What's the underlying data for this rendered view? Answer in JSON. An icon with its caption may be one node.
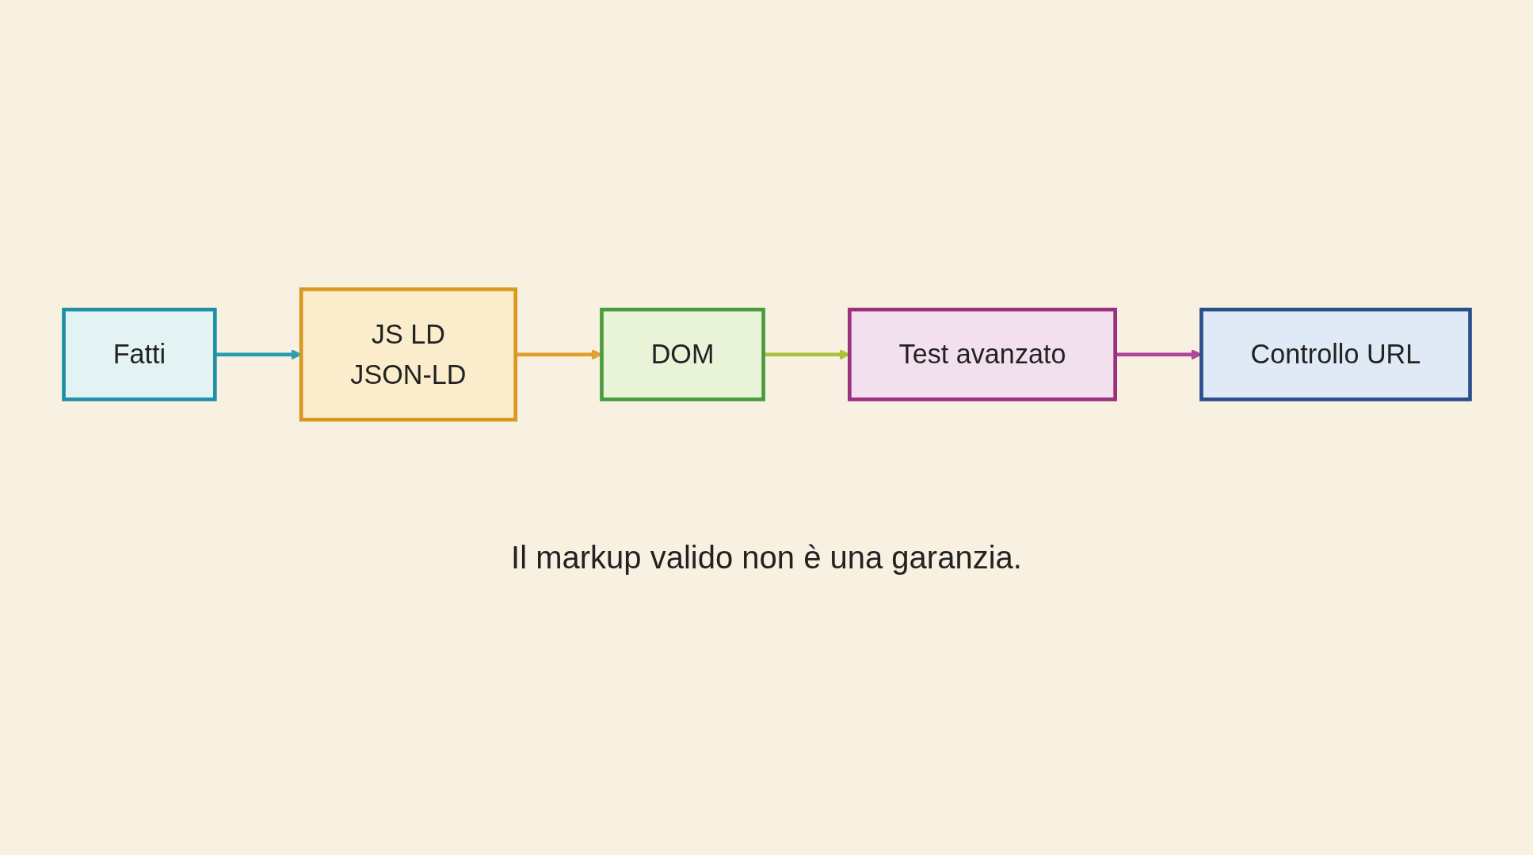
{
  "diagram": {
    "caption": "Il markup valido non è una garanzia.",
    "nodes": [
      {
        "text": [
          "Fatti"
        ]
      },
      {
        "text": [
          "JS LD",
          "JSON-LD"
        ]
      },
      {
        "text": [
          "DOM"
        ]
      },
      {
        "text": [
          "Test avanzato"
        ]
      },
      {
        "text": [
          "Controllo URL"
        ]
      }
    ],
    "edges": [
      {
        "from": 0,
        "to": 1,
        "arrow": "to",
        "color": "#2a9fb4"
      },
      {
        "from": 1,
        "to": 2,
        "arrow": "to",
        "color": "#e0a02e"
      },
      {
        "from": 2,
        "to": 3,
        "arrow": "to",
        "color": "#a9c43c"
      },
      {
        "from": 3,
        "to": 4,
        "arrow": "to",
        "color": "#b0479c"
      }
    ]
  }
}
